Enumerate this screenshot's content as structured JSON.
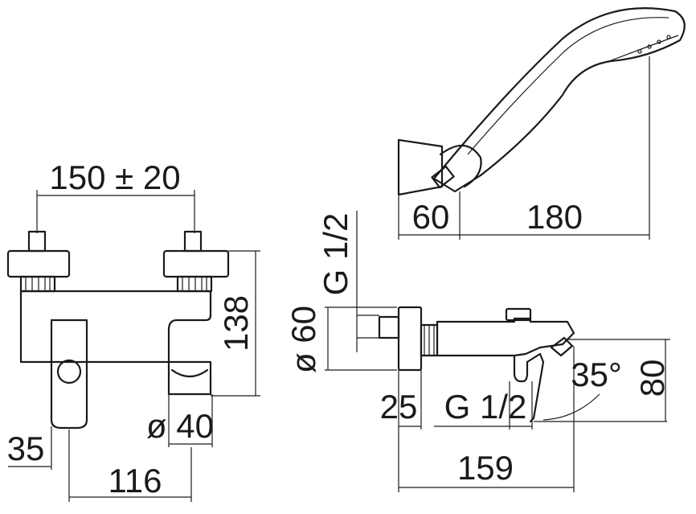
{
  "dimensions": {
    "center_distance": "150 ± 20",
    "height_body": "138",
    "spout_diameter": "ø 40",
    "offset_left": "35",
    "width_front": "116",
    "handset_60": "60",
    "handset_180": "180",
    "thread_top": "G 1/2",
    "body_diameter": "ø 60",
    "depth_25": "25",
    "thread_bottom": "G 1/2",
    "angle": "35°",
    "height_80": "80",
    "projection_159": "159"
  }
}
